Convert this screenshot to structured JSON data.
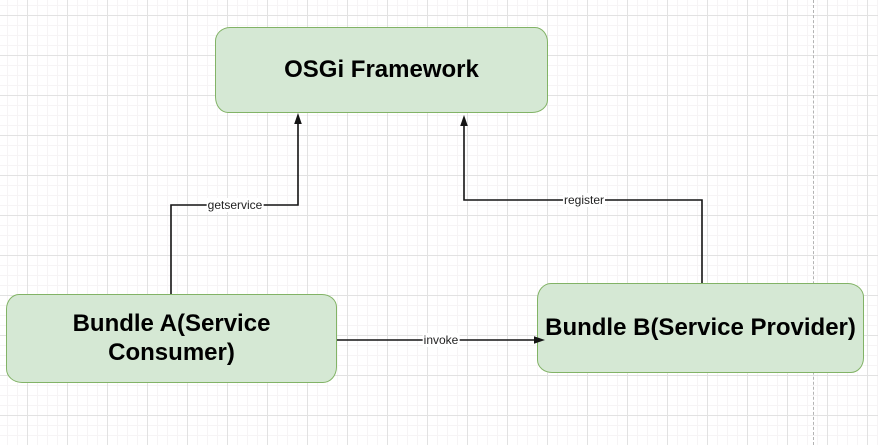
{
  "diagram": {
    "nodes": [
      {
        "id": "osgi-framework",
        "label": "OSGi Framework"
      },
      {
        "id": "bundle-a",
        "label": "Bundle A(Service Consumer)"
      },
      {
        "id": "bundle-b",
        "label": "Bundle B(Service Provider)"
      }
    ],
    "edges": [
      {
        "id": "getservice",
        "label": "getservice",
        "from": "bundle-a",
        "to": "osgi-framework"
      },
      {
        "id": "register",
        "label": "register",
        "from": "bundle-b",
        "to": "osgi-framework"
      },
      {
        "id": "invoke",
        "label": "invoke",
        "from": "bundle-a",
        "to": "bundle-b"
      }
    ],
    "colors": {
      "node_fill": "#d5e8d4",
      "node_border": "#82b366",
      "edge": "#141414",
      "grid_major": "#e2e2e2",
      "grid_minor": "#f6f4f5",
      "page_boundary": "#b3b3b3",
      "background": "#ffffff"
    }
  }
}
